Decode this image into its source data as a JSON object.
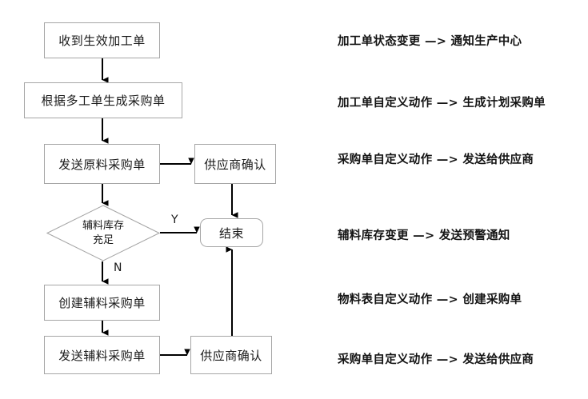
{
  "diagram": {
    "type": "flowchart",
    "title": "",
    "nodes": [
      {
        "id": "n1",
        "label": "收到生效加工单",
        "shape": "rectangle"
      },
      {
        "id": "n2",
        "label": "根据多工单生成采购单",
        "shape": "rectangle"
      },
      {
        "id": "n3",
        "label": "发送原料采购单",
        "shape": "rectangle"
      },
      {
        "id": "n4",
        "label": "供应商确认",
        "shape": "rectangle"
      },
      {
        "id": "n5",
        "label": "辅料库存\n充足",
        "shape": "diamond",
        "line1": "辅料库存",
        "line2": "充足"
      },
      {
        "id": "n6",
        "label": "结束",
        "shape": "terminal"
      },
      {
        "id": "n7",
        "label": "创建辅料采购单",
        "shape": "rectangle"
      },
      {
        "id": "n8",
        "label": "发送辅料采购单",
        "shape": "rectangle"
      },
      {
        "id": "n9",
        "label": "供应商确认",
        "shape": "rectangle"
      }
    ],
    "edge_labels": {
      "yes": "Y",
      "no": "N"
    },
    "edges": [
      {
        "from": "n1",
        "to": "n2",
        "label": ""
      },
      {
        "from": "n2",
        "to": "n3",
        "label": ""
      },
      {
        "from": "n3",
        "to": "n4",
        "label": ""
      },
      {
        "from": "n3",
        "to": "n5",
        "label": ""
      },
      {
        "from": "n4",
        "to": "n6",
        "label": ""
      },
      {
        "from": "n5",
        "to": "n6",
        "label": "Y"
      },
      {
        "from": "n5",
        "to": "n7",
        "label": "N"
      },
      {
        "from": "n7",
        "to": "n8",
        "label": ""
      },
      {
        "from": "n8",
        "to": "n9",
        "label": ""
      },
      {
        "from": "n9",
        "to": "n6",
        "label": ""
      }
    ]
  },
  "annotations": [
    {
      "id": "a1",
      "text": "加工单状态变更 —> 通知生产中心"
    },
    {
      "id": "a2",
      "text": "加工单自定义动作 —> 生成计划采购单"
    },
    {
      "id": "a3",
      "text": "采购单自定义动作 —> 发送给供应商"
    },
    {
      "id": "a4",
      "text": "辅料库存变更 —> 发送预警通知"
    },
    {
      "id": "a5",
      "text": "物料表自定义动作 —> 创建采购单"
    },
    {
      "id": "a6",
      "text": "采购单自定义动作 —> 发送给供应商"
    }
  ],
  "colors": {
    "background": "#ffffff",
    "node_border": "#a6a6a6",
    "node_fill": "#ffffff",
    "text": "#1a1a1a",
    "connector": "#000000"
  }
}
